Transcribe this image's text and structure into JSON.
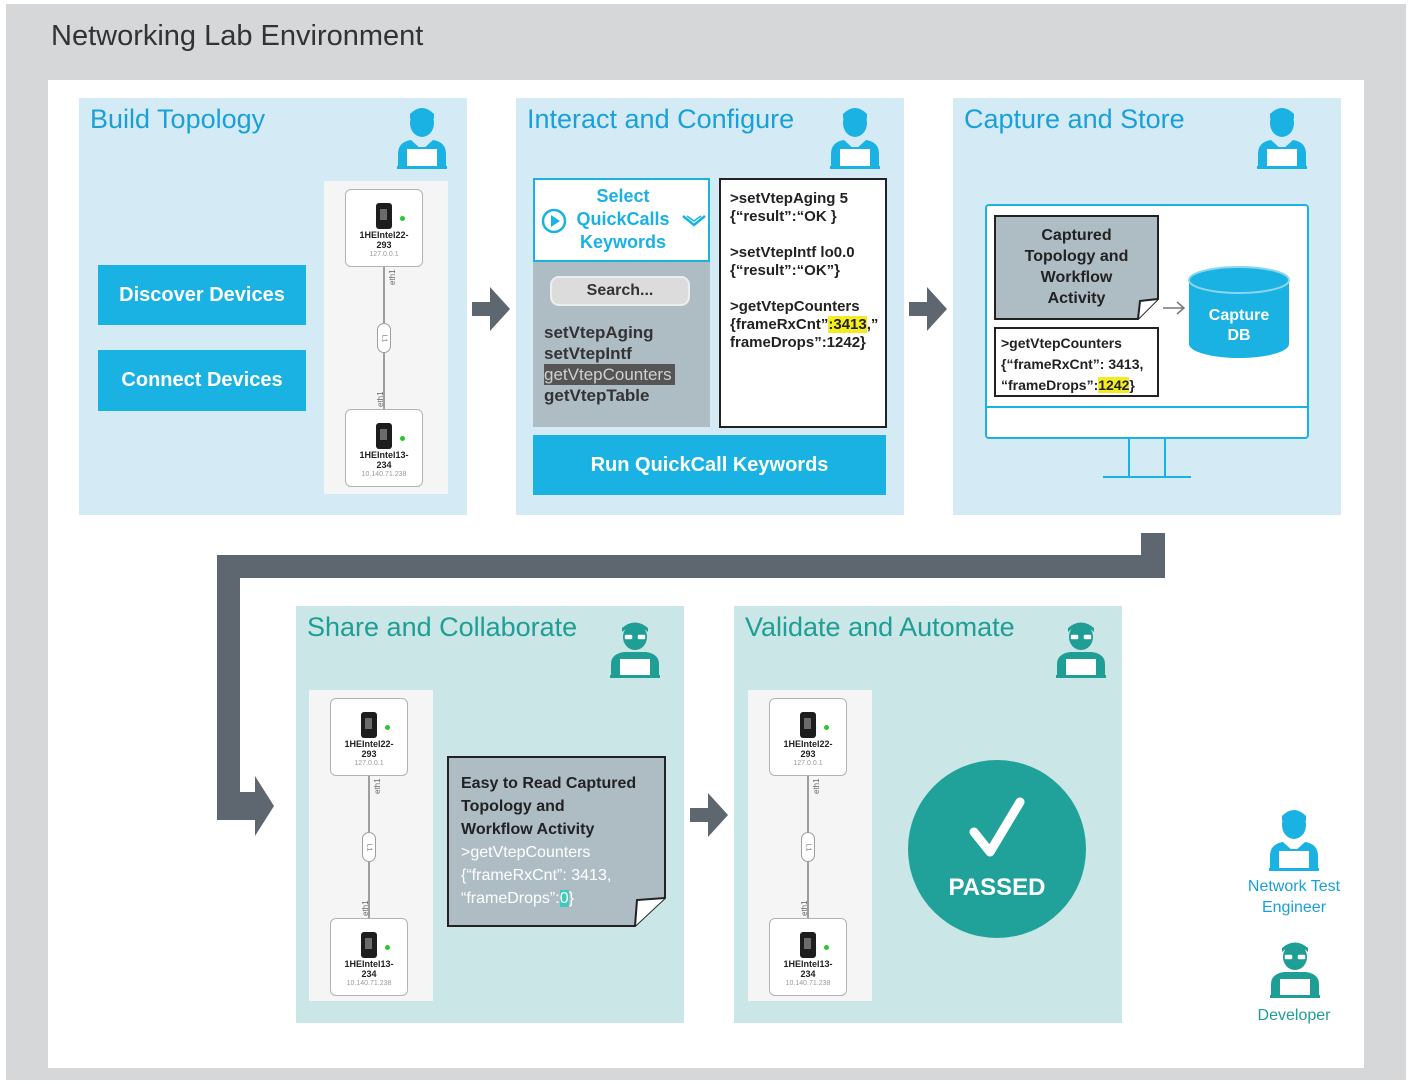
{
  "title": "Networking Lab Environment",
  "panels": {
    "build": {
      "title": "Build Topology",
      "discover": "Discover Devices",
      "connect": "Connect Devices"
    },
    "interact": {
      "title": "Interact and Configure",
      "select": [
        "Select",
        "QuickCalls",
        "Keywords"
      ],
      "search": "Search...",
      "keywords": [
        "setVtepAging",
        "setVtepIntf",
        "getVtepCounters",
        "getVtepTable"
      ],
      "output": {
        "l1": ">setVtepAging 5",
        "l2": "{“result”:“OK }",
        "l3": ">setVtepIntf lo0.0",
        "l4": "{“result”:“OK”}",
        "l5": ">getVtepCounters",
        "l6a": "{frameRxCnt”",
        "l6b": ":3413",
        "l6c": ",”",
        "l7": "frameDrops”:1242}"
      },
      "run": "Run QuickCall Keywords"
    },
    "capture": {
      "title": "Capture and Store",
      "doc": [
        "Captured",
        "Topology and",
        "Workflow",
        "Activity"
      ],
      "db": [
        "Capture",
        "DB"
      ],
      "output": {
        "l1": ">getVtepCounters",
        "l2": "{“frameRxCnt”: 3413,",
        "l3a": "“frameDrops”:",
        "l3b": "1242",
        "l3c": "}"
      }
    },
    "share": {
      "title": "Share and Collaborate",
      "note": [
        "Easy to Read Captured",
        "Topology and",
        "Workflow Activity"
      ],
      "output": {
        "l1": ">getVtepCounters",
        "l2": "{“frameRxCnt”: 3413,",
        "l3a": "“frameDrops”:",
        "l3b": "0",
        "l3c": "}"
      }
    },
    "validate": {
      "title": "Validate and Automate",
      "status": "PASSED"
    }
  },
  "devices": {
    "top": {
      "name": [
        "1HEIntel22-",
        "293"
      ],
      "ip": "127.0.0.1"
    },
    "bottom": {
      "name": [
        "1HEIntel13-",
        "234"
      ],
      "ip": "10.140.71.238"
    },
    "link": "L1",
    "port": "eth1"
  },
  "legend": {
    "engineer": [
      "Network Test",
      "Engineer"
    ],
    "developer": "Developer"
  },
  "colors": {
    "blue_panel": "#d4ebf6",
    "green_panel": "#cae6e6",
    "accent_blue": "#1ab1e3",
    "accent_green": "#1e9e94",
    "arrow": "#5e6770"
  }
}
